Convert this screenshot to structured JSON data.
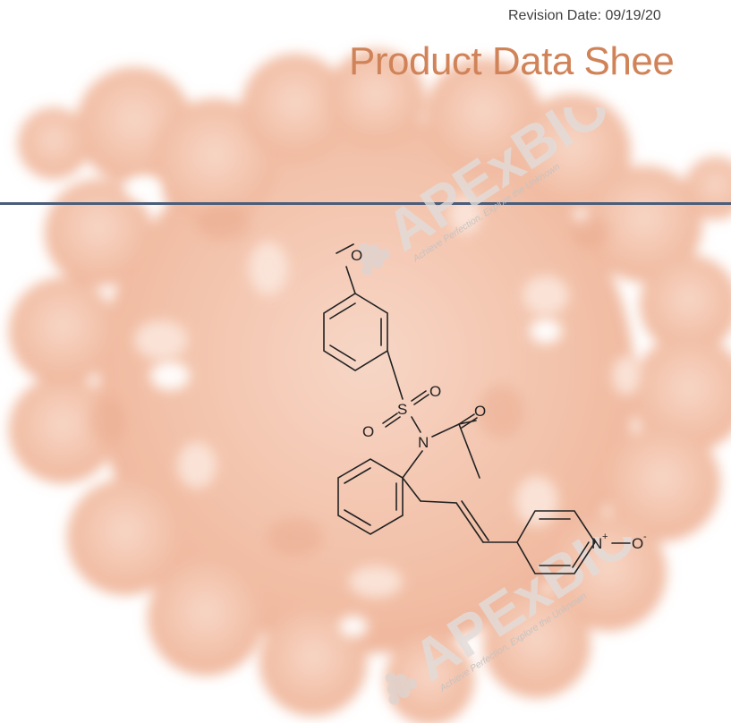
{
  "header": {
    "revision": "Revision Date: 09/19/20",
    "title": "Product Data Shee"
  },
  "watermark": {
    "brand": "APExBIO",
    "tagline": "Achieve Perfection, Explore the Unknown"
  },
  "atoms": {
    "S": "S",
    "N": "N",
    "N_plus": "N",
    "plus": "+",
    "minus": "-"
  },
  "colors": {
    "title": "#d08358",
    "rule": "#4a5d7a",
    "blob": "#f3c3ac"
  }
}
